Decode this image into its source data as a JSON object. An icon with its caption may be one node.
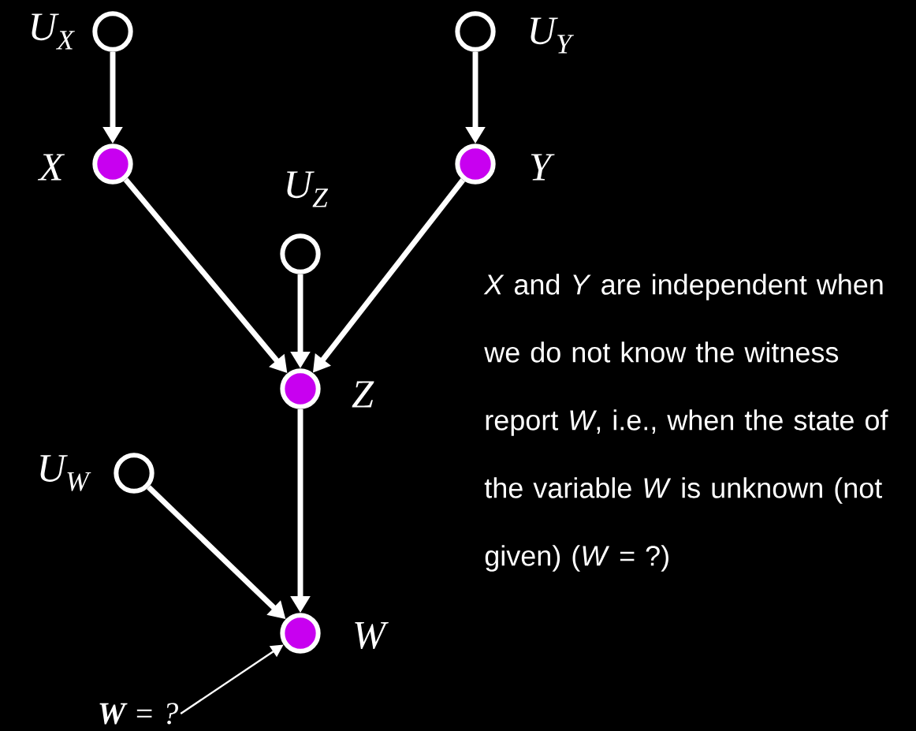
{
  "diagram": {
    "nodes": [
      {
        "text": [],
        "shape": "circle",
        "beside": [
          "U$_{X}$"
        ]
      },
      {
        "text": [],
        "shape": "circle",
        "beside": [
          "U$_{Y}$"
        ]
      },
      {
        "text": [],
        "shape": "circle",
        "beside": [
          "X"
        ]
      },
      {
        "text": [],
        "shape": "circle",
        "beside": [
          "Y"
        ]
      },
      {
        "text": [],
        "shape": "circle",
        "beside": [
          "U$_{Z}$"
        ]
      },
      {
        "text": [],
        "shape": "circle",
        "beside": [
          "Z"
        ]
      },
      {
        "text": [],
        "shape": "circle",
        "beside": [
          "U$_{W}$"
        ]
      },
      {
        "text": [],
        "shape": "circle",
        "beside": [
          "W"
        ]
      },
      {
        "text": [
          "**W** = ?"
        ]
      }
    ],
    "edges": [
      {
        "from": 0,
        "to": 2,
        "arrow": "to"
      },
      {
        "from": 1,
        "to": 3,
        "arrow": "to"
      },
      {
        "from": 2,
        "to": 5,
        "arrow": "to"
      },
      {
        "from": 3,
        "to": 5,
        "arrow": "to"
      },
      {
        "from": 4,
        "to": 5,
        "arrow": "to"
      },
      {
        "from": 5,
        "to": 7,
        "arrow": "to"
      },
      {
        "from": 6,
        "to": 7,
        "arrow": "to"
      },
      {
        "from": 8,
        "to": 7,
        "arrow": "to"
      }
    ],
    "labels": [
      "*X* and *Y* are independent when we do not know the witness report *W*, i.e., when the state of the variable *W* is unknown (not given) (*W* = ?)"
    ]
  }
}
